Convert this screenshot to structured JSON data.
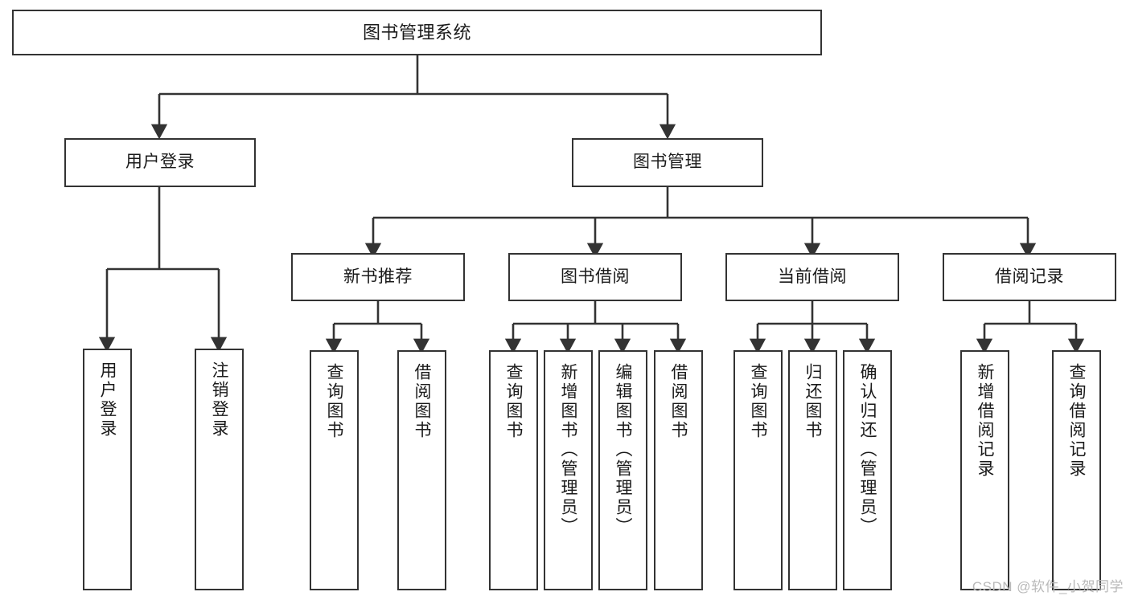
{
  "diagram": {
    "title": "图书管理系统",
    "type": "tree-hierarchy",
    "colors": {
      "node_border": "#333333",
      "node_fill": "#ffffff",
      "edge": "#333333",
      "text": "#1a1a1a",
      "watermark": "#b9b9b9",
      "background": "#ffffff"
    }
  },
  "watermark": {
    "text": "CSDN @软件_小贺同学"
  },
  "nodes": {
    "root": {
      "label": "图书管理系统"
    },
    "level2": [
      {
        "label": "用户登录"
      },
      {
        "label": "图书管理"
      }
    ],
    "level3": [
      {
        "label": "新书推荐"
      },
      {
        "label": "图书借阅"
      },
      {
        "label": "当前借阅"
      },
      {
        "label": "借阅记录"
      }
    ],
    "leaves": {
      "user_login": [
        {
          "label": "用户登录"
        },
        {
          "label": "注销登录"
        }
      ],
      "new_book_recommend": [
        {
          "label": "查询图书"
        },
        {
          "label": "借阅图书"
        }
      ],
      "book_borrow": [
        {
          "label": "查询图书"
        },
        {
          "label": "新增图书（管理员）"
        },
        {
          "label": "编辑图书（管理员）"
        },
        {
          "label": "借阅图书"
        }
      ],
      "current_borrow": [
        {
          "label": "查询图书"
        },
        {
          "label": "归还图书"
        },
        {
          "label": "确认归还（管理员）"
        }
      ],
      "borrow_record": [
        {
          "label": "新增借阅记录"
        },
        {
          "label": "查询借阅记录"
        }
      ]
    }
  }
}
